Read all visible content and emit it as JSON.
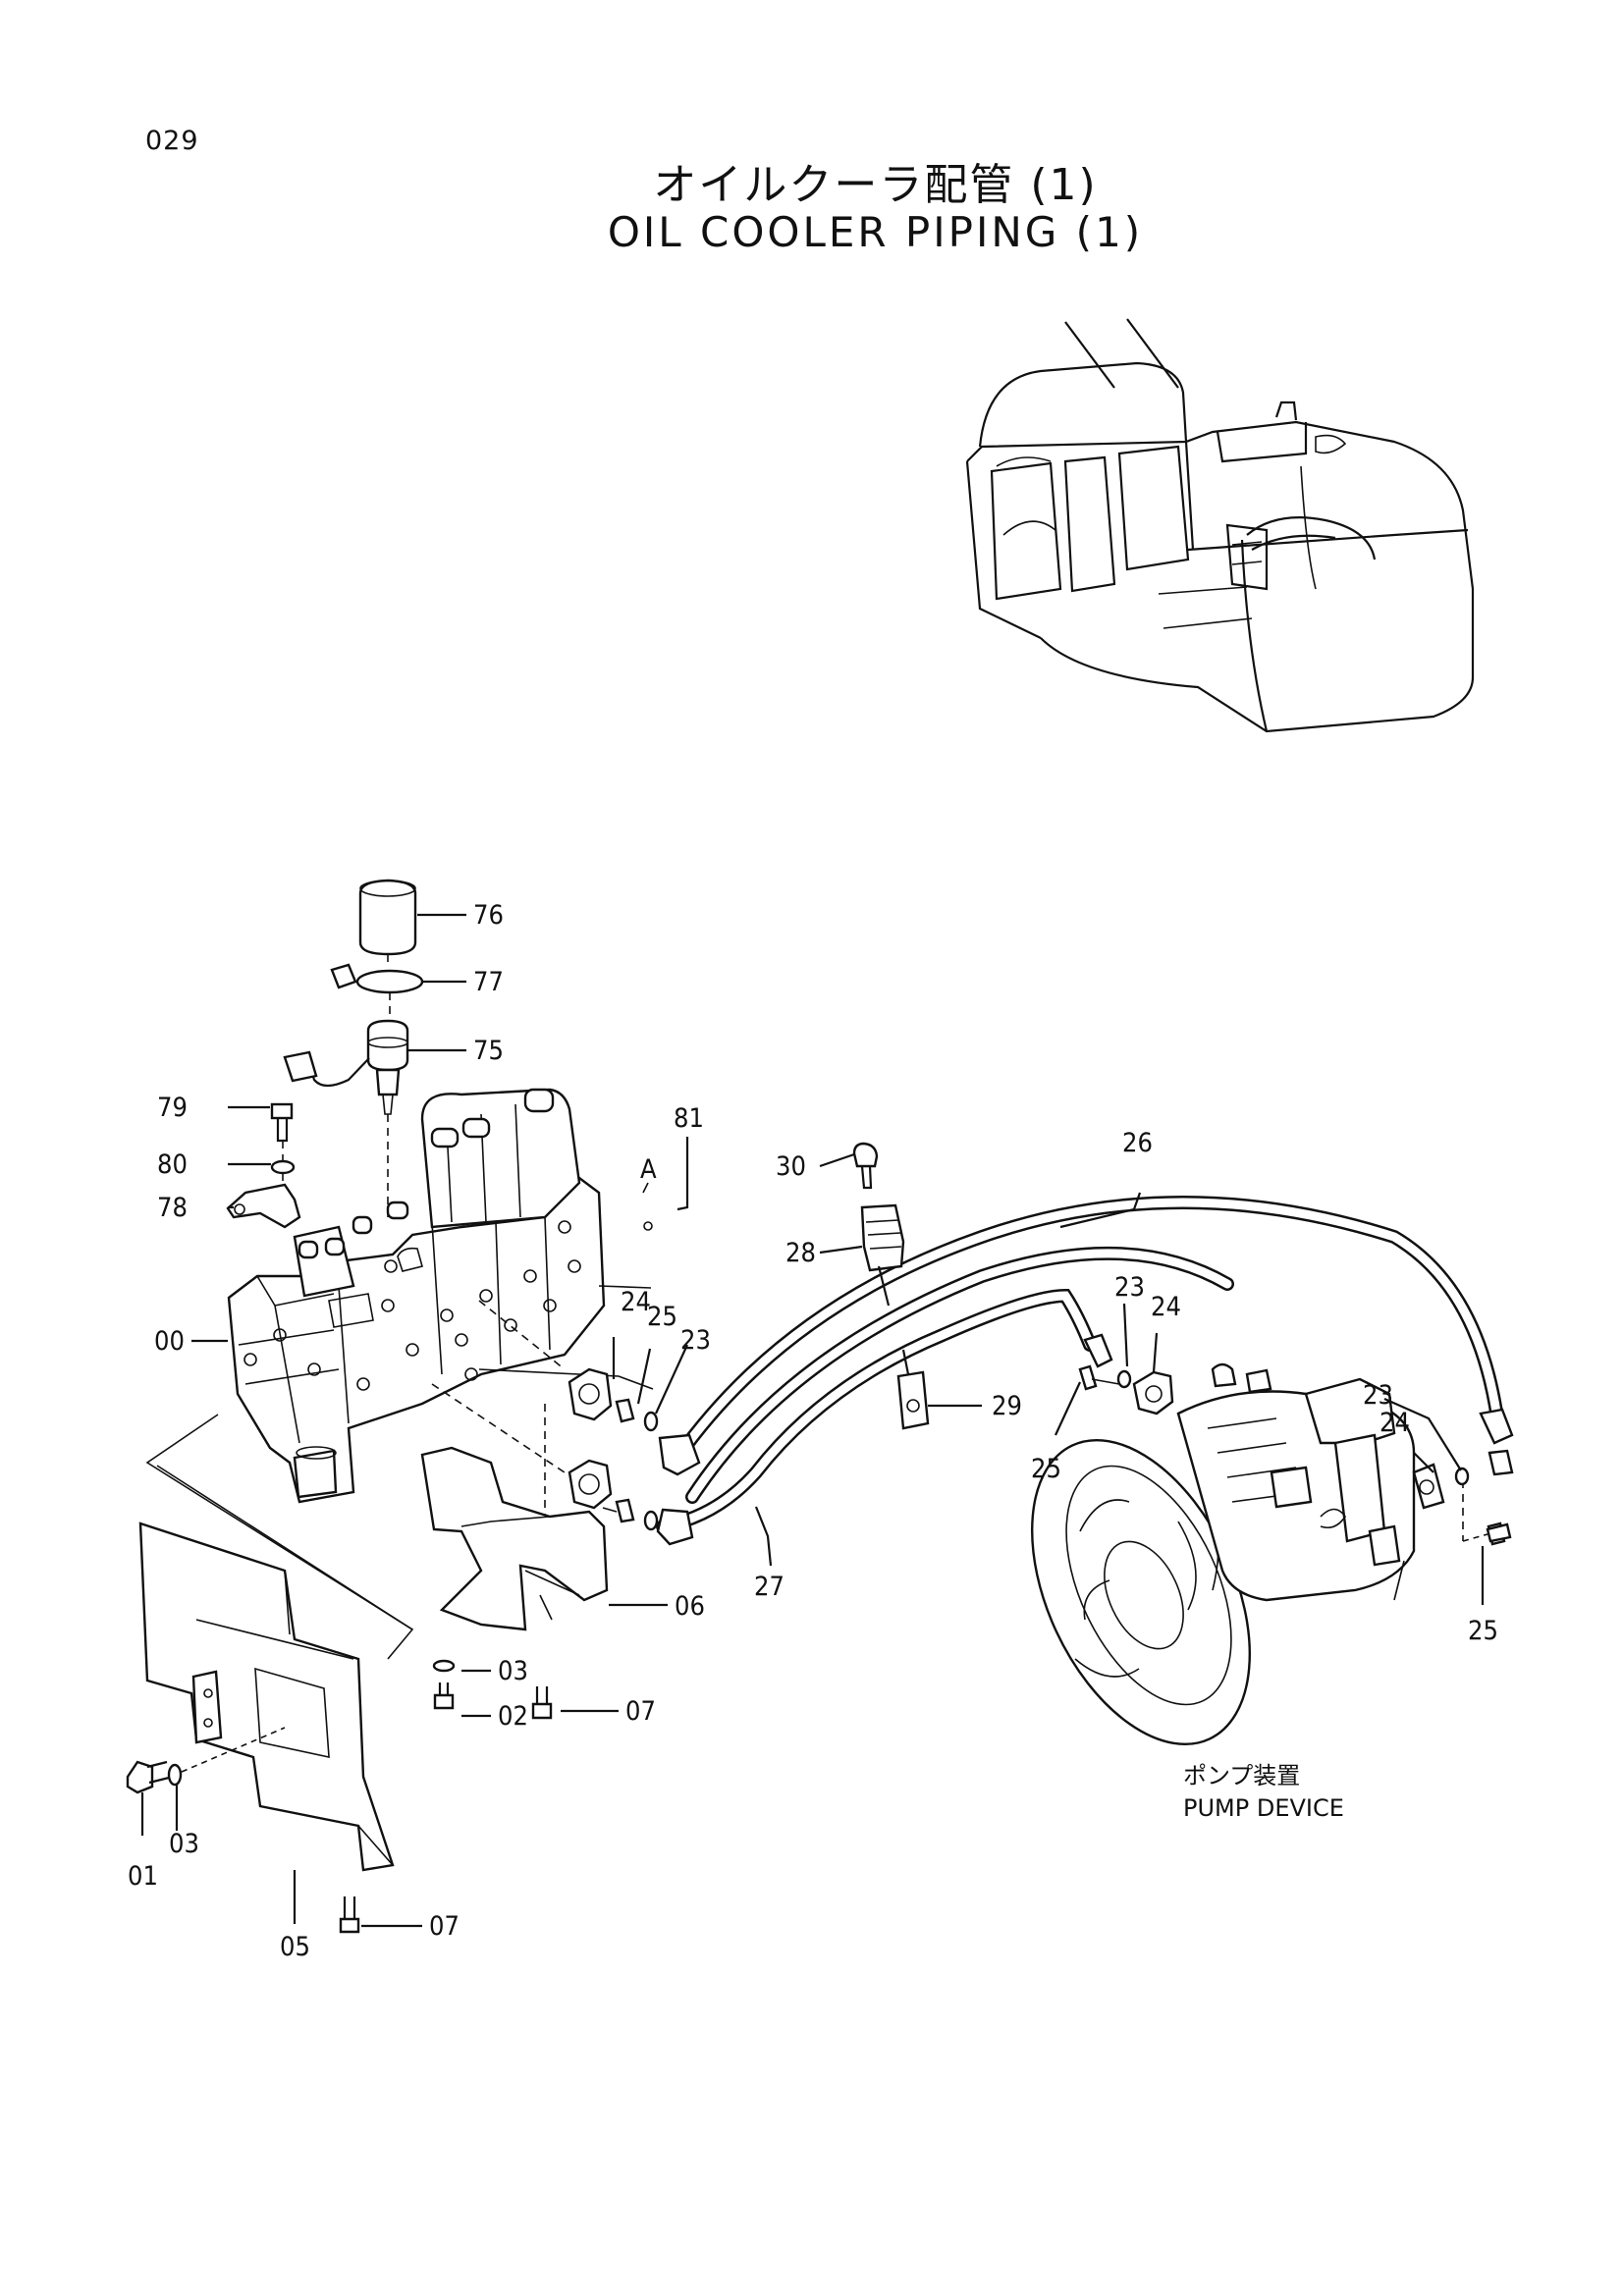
{
  "page_number": "029",
  "title_jp": "オイルクーラ配管 (1)",
  "title_en": "OIL COOLER PIPING (1)",
  "pump_device_jp": "ポンプ装置",
  "pump_device_en": "PUMP DEVICE",
  "callout_a": "A",
  "callouts": {
    "c76": "76",
    "c77": "77",
    "c75": "75",
    "c79": "79",
    "c80": "80",
    "c78": "78",
    "c81": "81",
    "c00": "00",
    "c24a": "24",
    "c25a": "25",
    "c23a": "23",
    "c30": "30",
    "c28": "28",
    "c26": "26",
    "c23b": "23",
    "c24b": "24",
    "c29": "29",
    "c25b": "25",
    "c23c": "23",
    "c24c": "24",
    "c25c": "25",
    "c27": "27",
    "c06": "06",
    "c03a": "03",
    "c02": "02",
    "c07a": "07",
    "c01": "01",
    "c03b": "03",
    "c05": "05",
    "c07b": "07"
  }
}
